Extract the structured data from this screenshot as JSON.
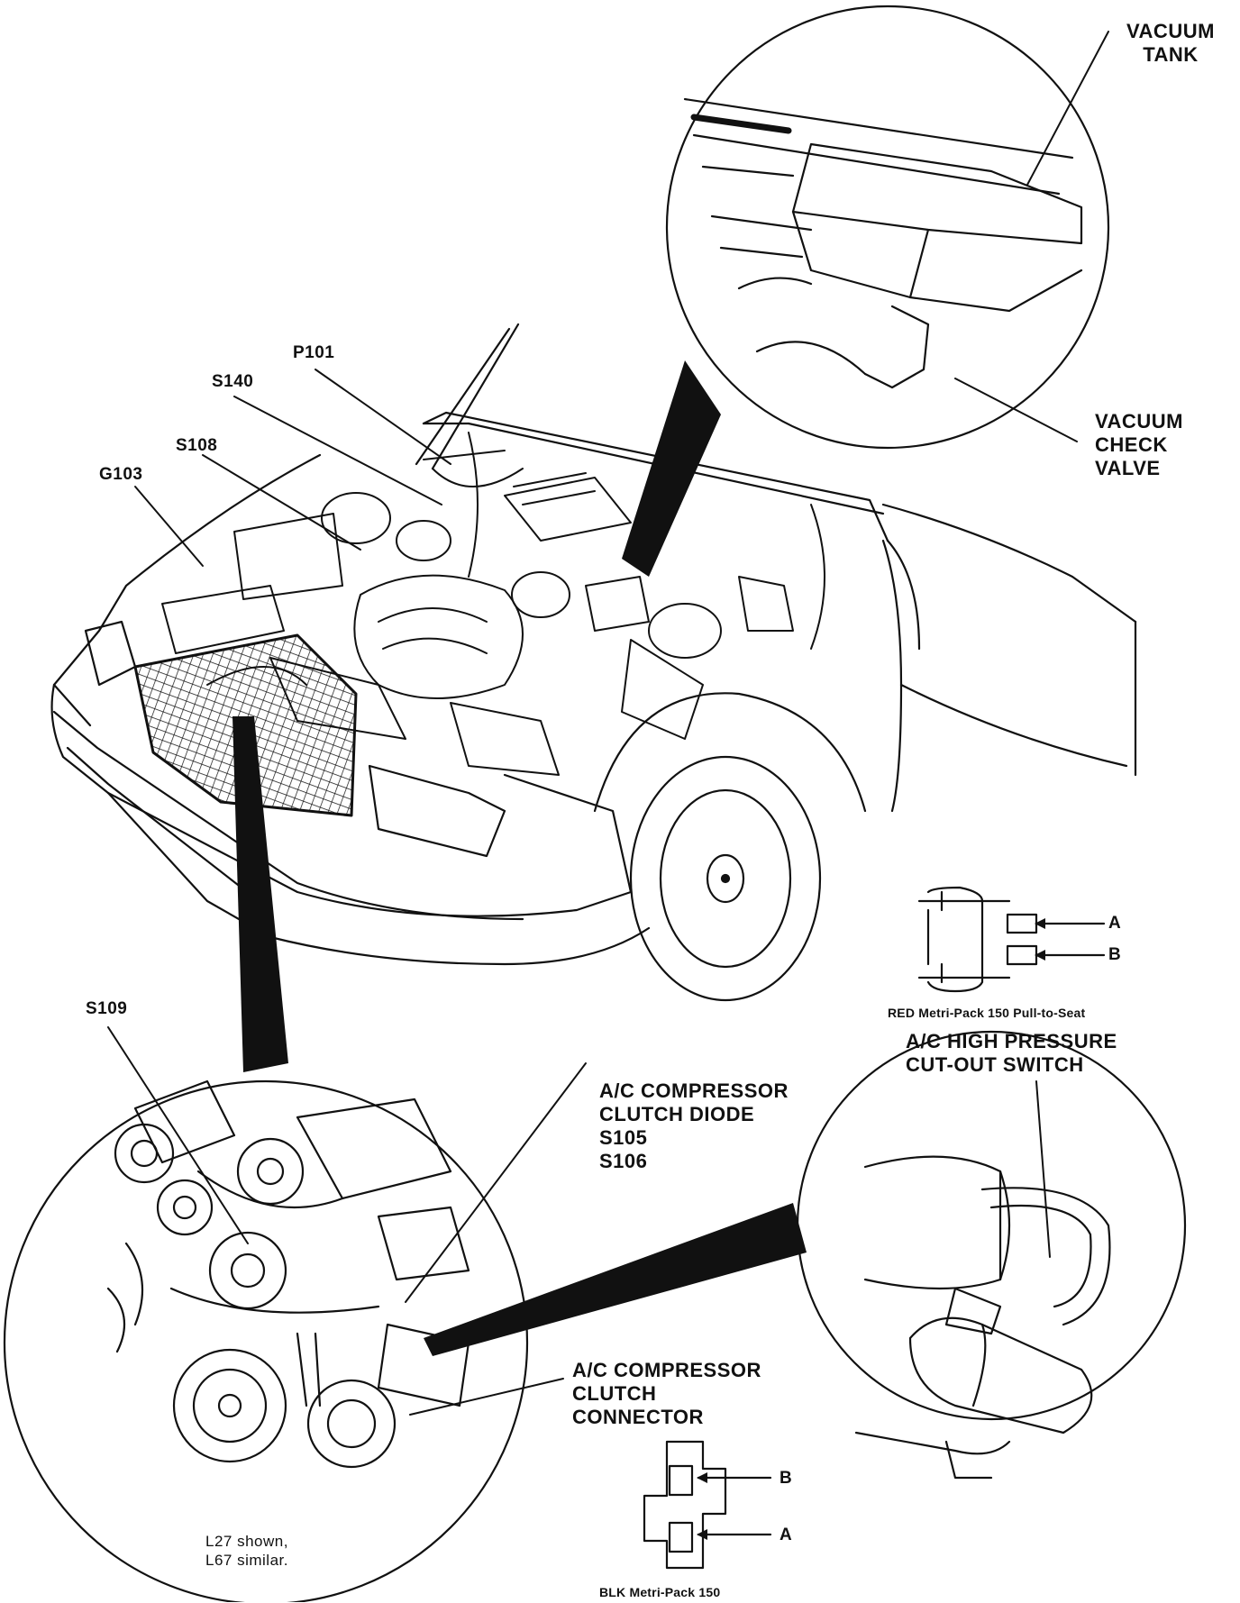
{
  "labels": {
    "vacuum_tank": [
      "VACUUM",
      "TANK"
    ],
    "vacuum_check_valve": [
      "VACUUM",
      "CHECK",
      "VALVE"
    ],
    "p101": "P101",
    "s140": "S140",
    "s108": "S108",
    "g103": "G103",
    "s109": "S109",
    "ac_compressor_clutch_diode": [
      "A/C COMPRESSOR",
      "CLUTCH DIODE",
      "S105",
      "S106"
    ],
    "ac_compressor_clutch_connector": [
      "A/C COMPRESSOR",
      "CLUTCH",
      "CONNECTOR"
    ],
    "ac_high_pressure_cutout_switch": [
      "A/C HIGH PRESSURE",
      "CUT-OUT SWITCH"
    ],
    "engine_note": [
      "L27 shown,",
      "L67 similar."
    ]
  },
  "connectors": {
    "red_connector": {
      "caption": "RED Metri-Pack 150 Pull-to-Seat",
      "pin_a": "A",
      "pin_b": "B"
    },
    "blk_connector": {
      "caption": "BLK Metri-Pack 150",
      "pin_a": "A",
      "pin_b": "B"
    }
  },
  "colors": {
    "ink": "#111111",
    "paper": "#ffffff"
  }
}
